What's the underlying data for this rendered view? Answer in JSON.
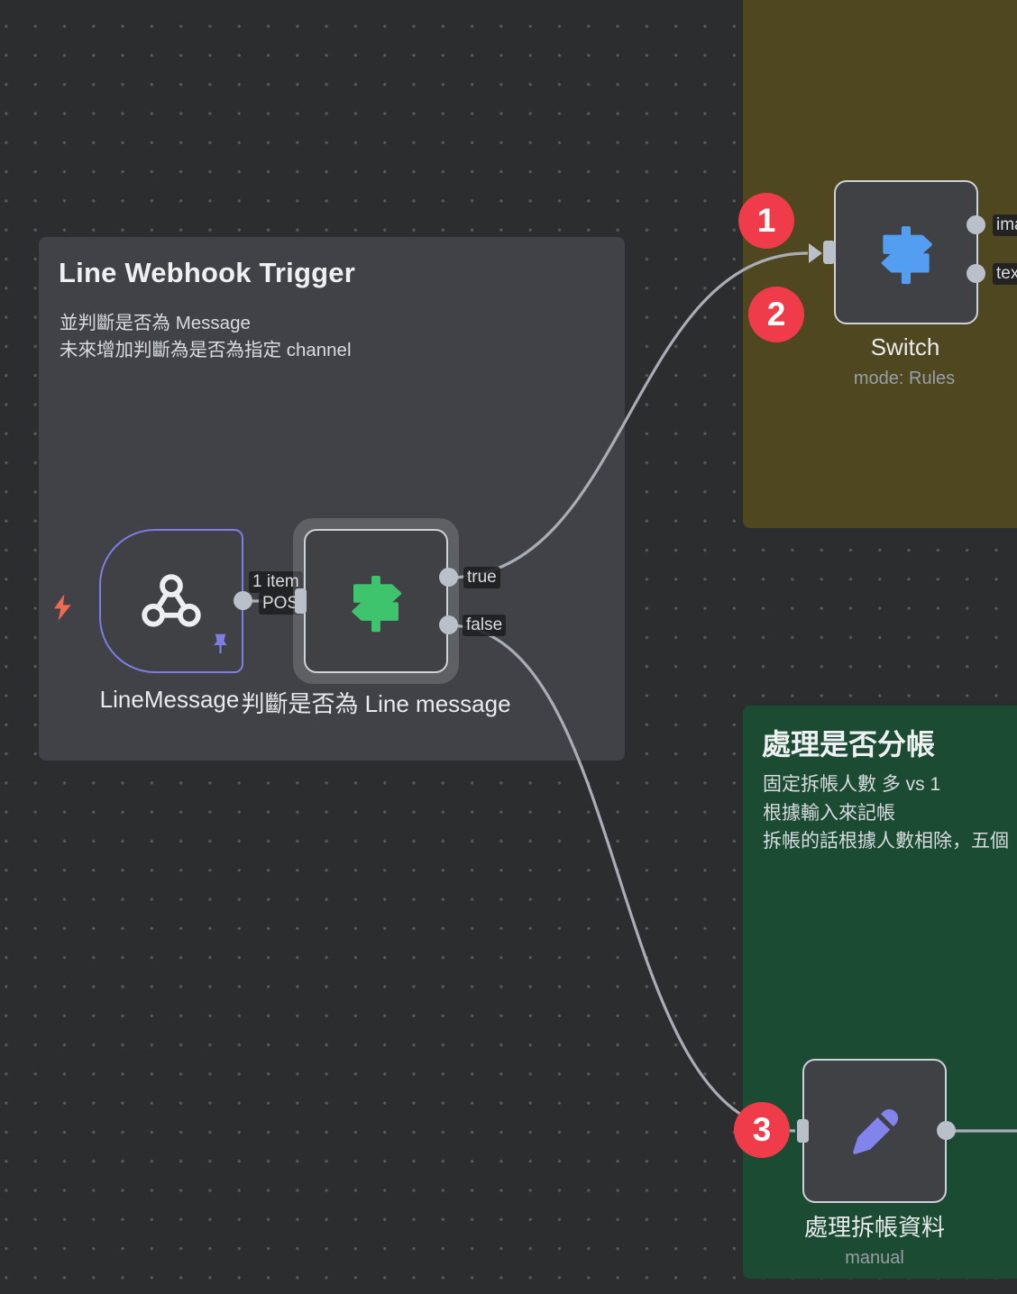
{
  "stickies": {
    "trigger": {
      "title": "Line Webhook Trigger",
      "line1": "並判斷是否為 Message",
      "line2": "未來增加判斷為是否為指定 channel"
    },
    "split": {
      "title": "處理是否分帳",
      "line1": "固定拆帳人數 多 vs 1",
      "line2": "根據輸入來記帳",
      "line3": "拆帳的話根據人數相除，五個"
    }
  },
  "nodes": {
    "webhook": {
      "name": "LineMessage"
    },
    "if_node": {
      "name": "判斷是否為 Line message",
      "output_true": "true",
      "output_false": "false",
      "items_label": "1 item",
      "method_label": "POS"
    },
    "switch_node": {
      "name": "Switch",
      "subtitle": "mode: Rules",
      "output1": "image",
      "output2": "text"
    },
    "edit_node": {
      "name": "處理拆帳資料",
      "subtitle": "manual"
    }
  },
  "badges": {
    "b1": "1",
    "b2": "2",
    "b3": "3"
  },
  "colors": {
    "sticky_gray": "#414247",
    "sticky_yellow": "#4f4720",
    "sticky_green": "#1c4b33",
    "accent_purple": "#7f7ce2",
    "icon_green": "#3ec46d",
    "icon_blue": "#549ef2",
    "icon_purple": "#8184ea",
    "bolt_red": "#f2694f",
    "badge_red": "#f03b4a",
    "wire_gray": "#a9aeb6"
  }
}
